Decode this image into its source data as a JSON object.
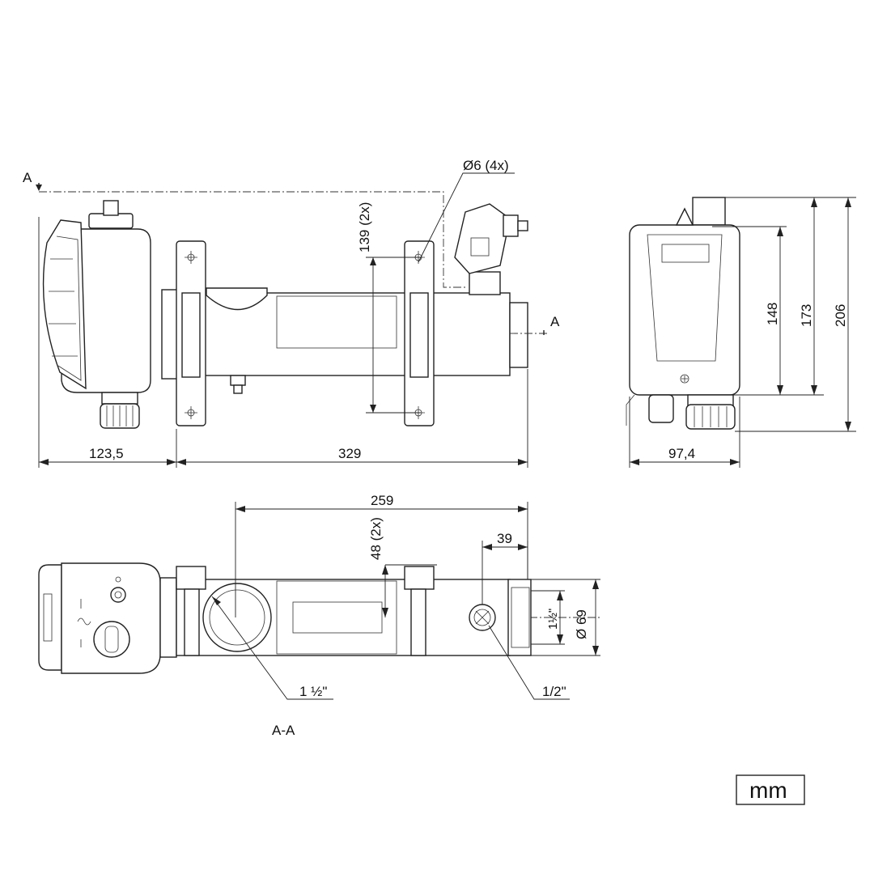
{
  "drawing": {
    "section_marker_left": "A",
    "section_marker_right": "A",
    "hole_callout": "Ø6 (4x)",
    "dim_139": "139 (2x)",
    "dim_123_5": "123,5",
    "dim_329": "329",
    "dim_148": "148",
    "dim_173": "173",
    "dim_206": "206",
    "dim_97_4": "97,4",
    "dim_259": "259",
    "dim_48": "48 (2x)",
    "dim_39": "39",
    "dim_1_5_in": "1½\"",
    "dim_diam_69": "Ø 69",
    "callout_1_5": "1 ½\"",
    "callout_1_2": "1/2\"",
    "section_label": "A-A",
    "unit_label": "mm"
  }
}
